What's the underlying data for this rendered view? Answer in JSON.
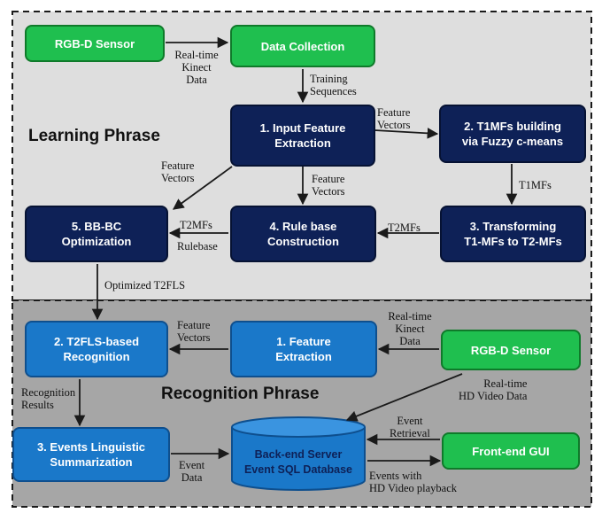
{
  "colors": {
    "learning_bg": "#dedede",
    "recognition_bg": "#a6a6a6",
    "green_node": "#1fbf4f",
    "navy_node": "#0e2157",
    "blue_node": "#1a78c9",
    "arrow": "#1a1a1a"
  },
  "phases": {
    "learning": "Learning Phrase",
    "recognition": "Recognition Phrase"
  },
  "nodes": {
    "rgbd_sensor_top": "RGB-D Sensor",
    "data_collection": "Data Collection",
    "input_feature_extraction": "1. Input Feature\nExtraction",
    "t1mfs_building": "2.  T1MFs  building\nvia  Fuzzy  c-means",
    "transforming": "3. Transforming\nT1-MFs to T2-MFs",
    "rule_base": "4. Rule base\nConstruction",
    "bbbc": "5. BB-BC\nOptimization",
    "t2fls_recognition": "2. T2FLS-based\nRecognition",
    "feature_extraction": "1. Feature\nExtraction",
    "rgbd_sensor_bottom": "RGB-D Sensor",
    "events_summarization": "3. Events Linguistic\nSummarization",
    "database": "Back-end Server\nEvent SQL Database",
    "frontend_gui": "Front-end GUI"
  },
  "edge_labels": {
    "realtime_kinect_top": "Real-time\nKinect\nData",
    "training_sequences": "Training\nSequences",
    "feature_vectors_t1": "Feature\nVectors",
    "feature_vectors_bbbc": "Feature\nVectors",
    "feature_vectors_rule": "Feature\nVectors",
    "t1mfs": "T1MFs",
    "t2mfs_rule": "T2MFs",
    "t2mfs_bbbc": "T2MFs",
    "rulebase": "Rulebase",
    "optimized_t2fls": "Optimized T2FLS",
    "feature_vectors_recog": "Feature\nVectors",
    "realtime_kinect_bottom": "Real-time\nKinect\nData",
    "recognition_results": "Recognition\nResults",
    "realtime_hd_video": "Real-time\nHD Video Data",
    "event_retrieval": "Event\nRetrieval",
    "event_data": "Event\nData",
    "events_hd_playback": "Events with\nHD Video playback"
  }
}
